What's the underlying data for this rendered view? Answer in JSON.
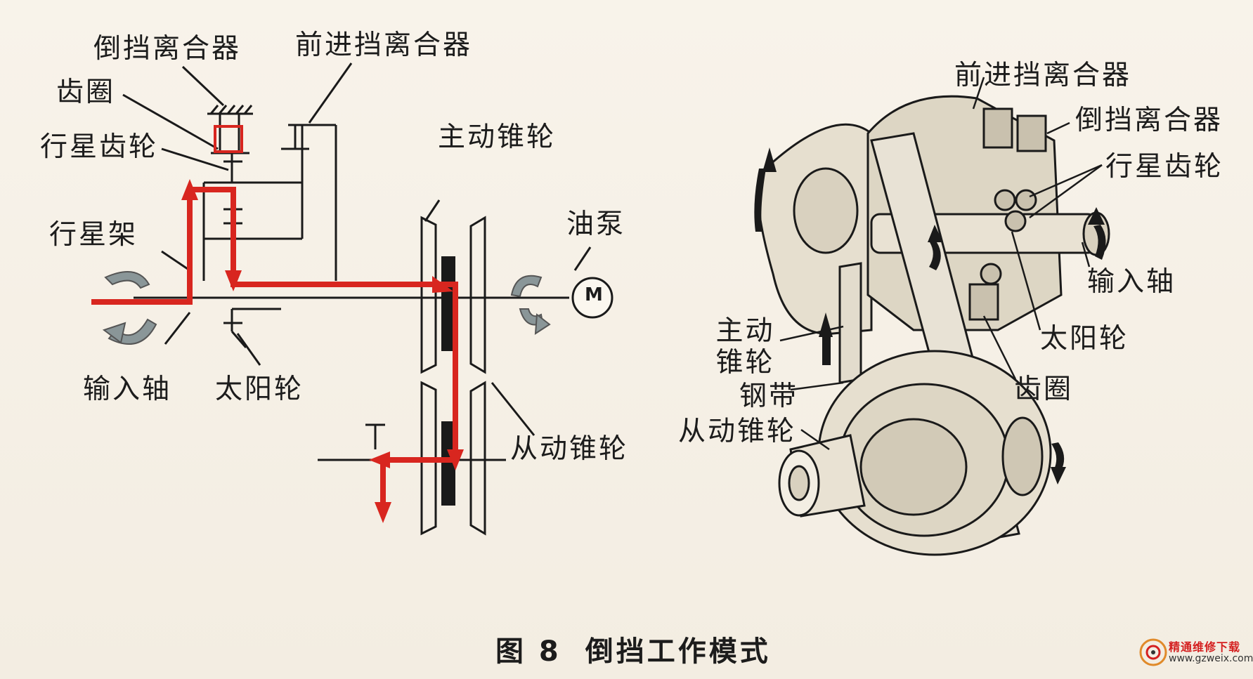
{
  "left_diagram": {
    "labels": {
      "reverse_clutch": "倒挡离合器",
      "forward_clutch": "前进挡离合器",
      "ring_gear": "齿圈",
      "planet_gear": "行星齿轮",
      "planet_carrier": "行星架",
      "drive_pulley": "主动锥轮",
      "oil_pump": "油泵",
      "motor_symbol": "M",
      "input_shaft": "输入轴",
      "sun_gear": "太阳轮",
      "driven_pulley": "从动锥轮"
    }
  },
  "right_diagram": {
    "labels": {
      "forward_clutch": "前进挡离合器",
      "reverse_clutch": "倒挡离合器",
      "planet_gear": "行星齿轮",
      "input_shaft": "输入轴",
      "sun_gear": "太阳轮",
      "ring_gear": "齿圈",
      "drive_pulley": "主动锥轮",
      "steel_belt": "钢带",
      "driven_pulley": "从动锥轮"
    }
  },
  "caption": {
    "figure_number": "图 8",
    "title": "倒挡工作模式"
  },
  "watermark": {
    "name": "精通维修下载",
    "url": "www.gzweix.com"
  },
  "colors": {
    "power_flow": "#d8261f",
    "line": "#1a1a1a",
    "arrow_gray": "#8a9698",
    "background": "#f6f1e8"
  }
}
